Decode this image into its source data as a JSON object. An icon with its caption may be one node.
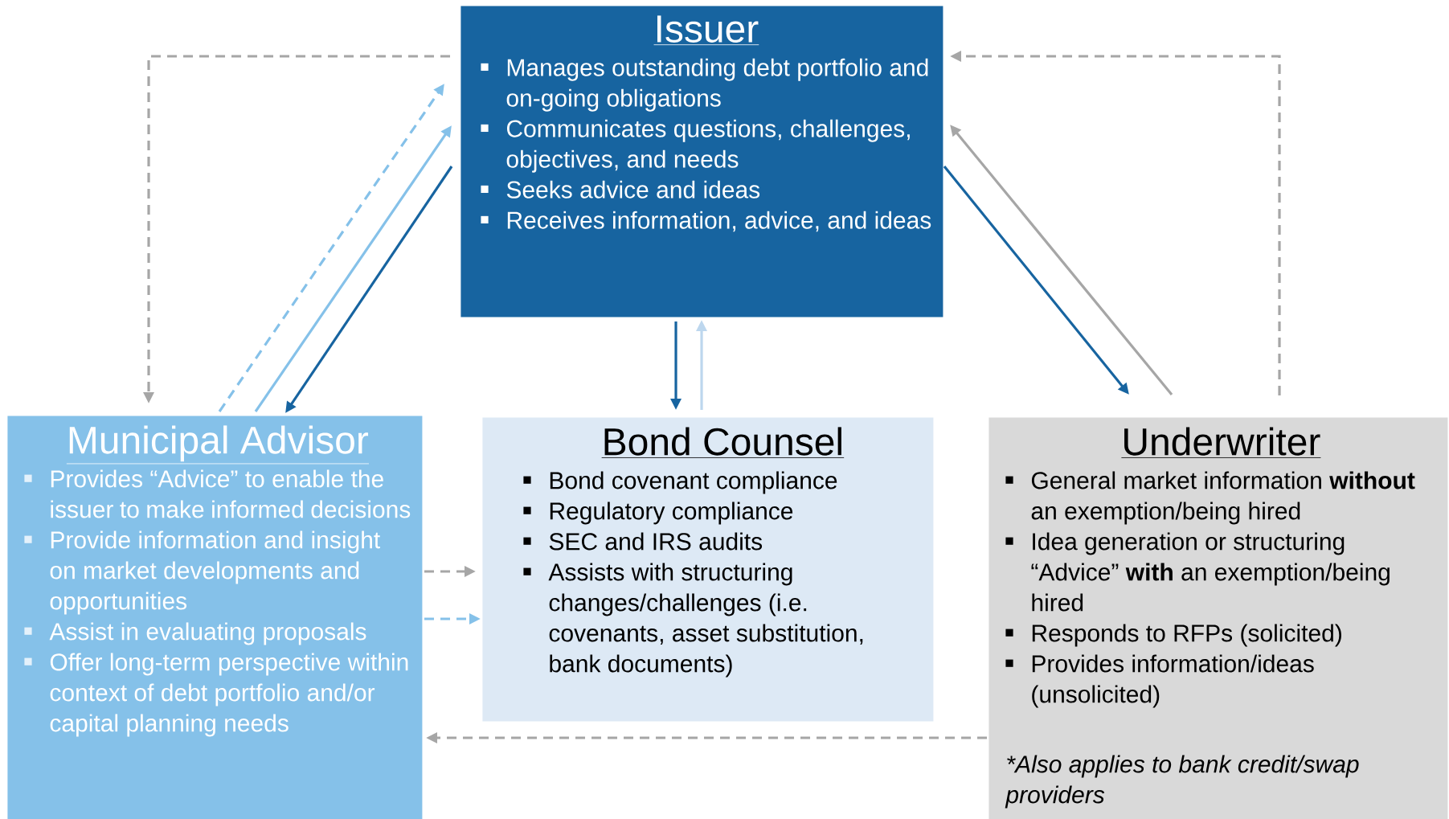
{
  "diagram": {
    "nodes": [
      {
        "text": [
          "Issuer",
          "Manages outstanding debt portfolio and on-going obligations",
          "Communicates questions, challenges, objectives, and needs",
          "Seeks advice and ideas",
          "Receives information, advice, and ideas"
        ]
      },
      {
        "text": [
          "Municipal Advisor",
          "Provides “Advice” to enable the issuer to make informed decisions",
          "Provide information and insight on market developments and opportunities",
          "Assist in evaluating proposals",
          "Offer long-term perspective within context of debt portfolio and/or capital planning needs"
        ]
      },
      {
        "text": [
          "Bond Counsel",
          "Bond covenant compliance",
          "Regulatory compliance",
          "SEC and IRS audits",
          "Assists with structuring changes/challenges (i.e. covenants, asset substitution, bank documents)"
        ]
      },
      {
        "text": [
          "Underwriter",
          "General market information **without** an exemption/being hired",
          "Idea generation or structuring “Advice” **with** an exemption/being hired",
          "Responds to RFPs (solicited)",
          "Provides information/ideas (unsolicited)",
          "*Also applies to bank credit/swap providers"
        ]
      }
    ],
    "edges": [
      {
        "from": 0,
        "to": 1,
        "arrow": "to",
        "style": "dashed"
      },
      {
        "from": 1,
        "to": 0,
        "arrow": "to",
        "style": "dashed",
        "color": "#85c1e9"
      },
      {
        "from": 1,
        "to": 0,
        "arrow": "to",
        "color": "#85c1e9"
      },
      {
        "from": 0,
        "to": 1,
        "arrow": "to",
        "color": "#1764a0"
      },
      {
        "from": 0,
        "to": 2,
        "arrow": "to",
        "color": "#1764a0"
      },
      {
        "from": 2,
        "to": 0,
        "arrow": "to",
        "color": "#bdd7ee"
      },
      {
        "from": 0,
        "to": 3,
        "arrow": "to",
        "color": "#1764a0"
      },
      {
        "from": 3,
        "to": 0,
        "arrow": "to"
      },
      {
        "from": 3,
        "to": 0,
        "arrow": "to",
        "style": "dashed"
      },
      {
        "from": 1,
        "to": 2,
        "arrow": "to",
        "style": "dashed"
      },
      {
        "from": 1,
        "to": 2,
        "arrow": "to",
        "style": "dashed",
        "color": "#85c1e9"
      },
      {
        "from": 3,
        "to": 1,
        "arrow": "to",
        "style": "dashed"
      }
    ]
  }
}
